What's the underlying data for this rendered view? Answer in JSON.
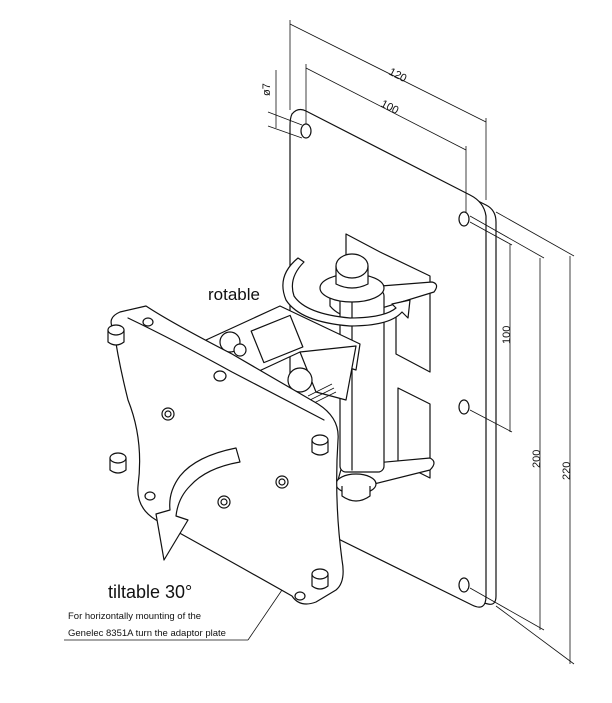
{
  "dimensions": {
    "dim_120": "120",
    "dim_100_top": "100",
    "dim_hole": "ø7",
    "dim_100_side": "100",
    "dim_200": "200",
    "dim_220": "220"
  },
  "labels": {
    "rotable": "rotable",
    "tiltable": "tiltable 30°"
  },
  "note": {
    "line1": "For horizontally mounting of the",
    "line2": "Genelec 8351A turn the adaptor plate"
  }
}
